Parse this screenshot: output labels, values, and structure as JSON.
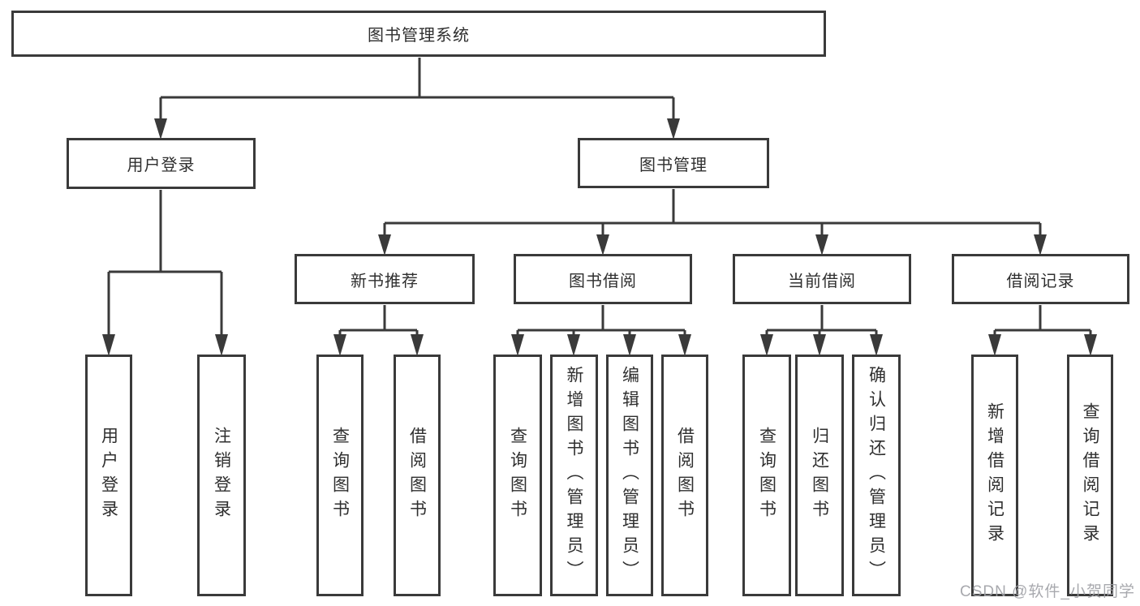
{
  "diagram": {
    "root": "图书管理系统",
    "user_login": {
      "label": "用户登录",
      "children": [
        "用户登录",
        "注销登录"
      ]
    },
    "book_management": {
      "label": "图书管理",
      "sections": {
        "new_book_recommend": {
          "label": "新书推荐",
          "children": [
            "查询图书",
            "借阅图书"
          ]
        },
        "book_borrow": {
          "label": "图书借阅",
          "children": [
            "查询图书",
            "新增图书（管理员）",
            "编辑图书（管理员）",
            "借阅图书"
          ]
        },
        "current_borrow": {
          "label": "当前借阅",
          "children": [
            "查询图书",
            "归还图书",
            "确认归还（管理员）"
          ]
        },
        "borrow_records": {
          "label": "借阅记录",
          "children": [
            "新增借阅记录",
            "查询借阅记录"
          ]
        }
      }
    }
  },
  "watermark": "CSDN @软件_小贺同学",
  "colors": {
    "line": "#3a3a3a",
    "text": "#2f2f2f",
    "watermark": "#9ea0a5",
    "background": "#ffffff"
  }
}
